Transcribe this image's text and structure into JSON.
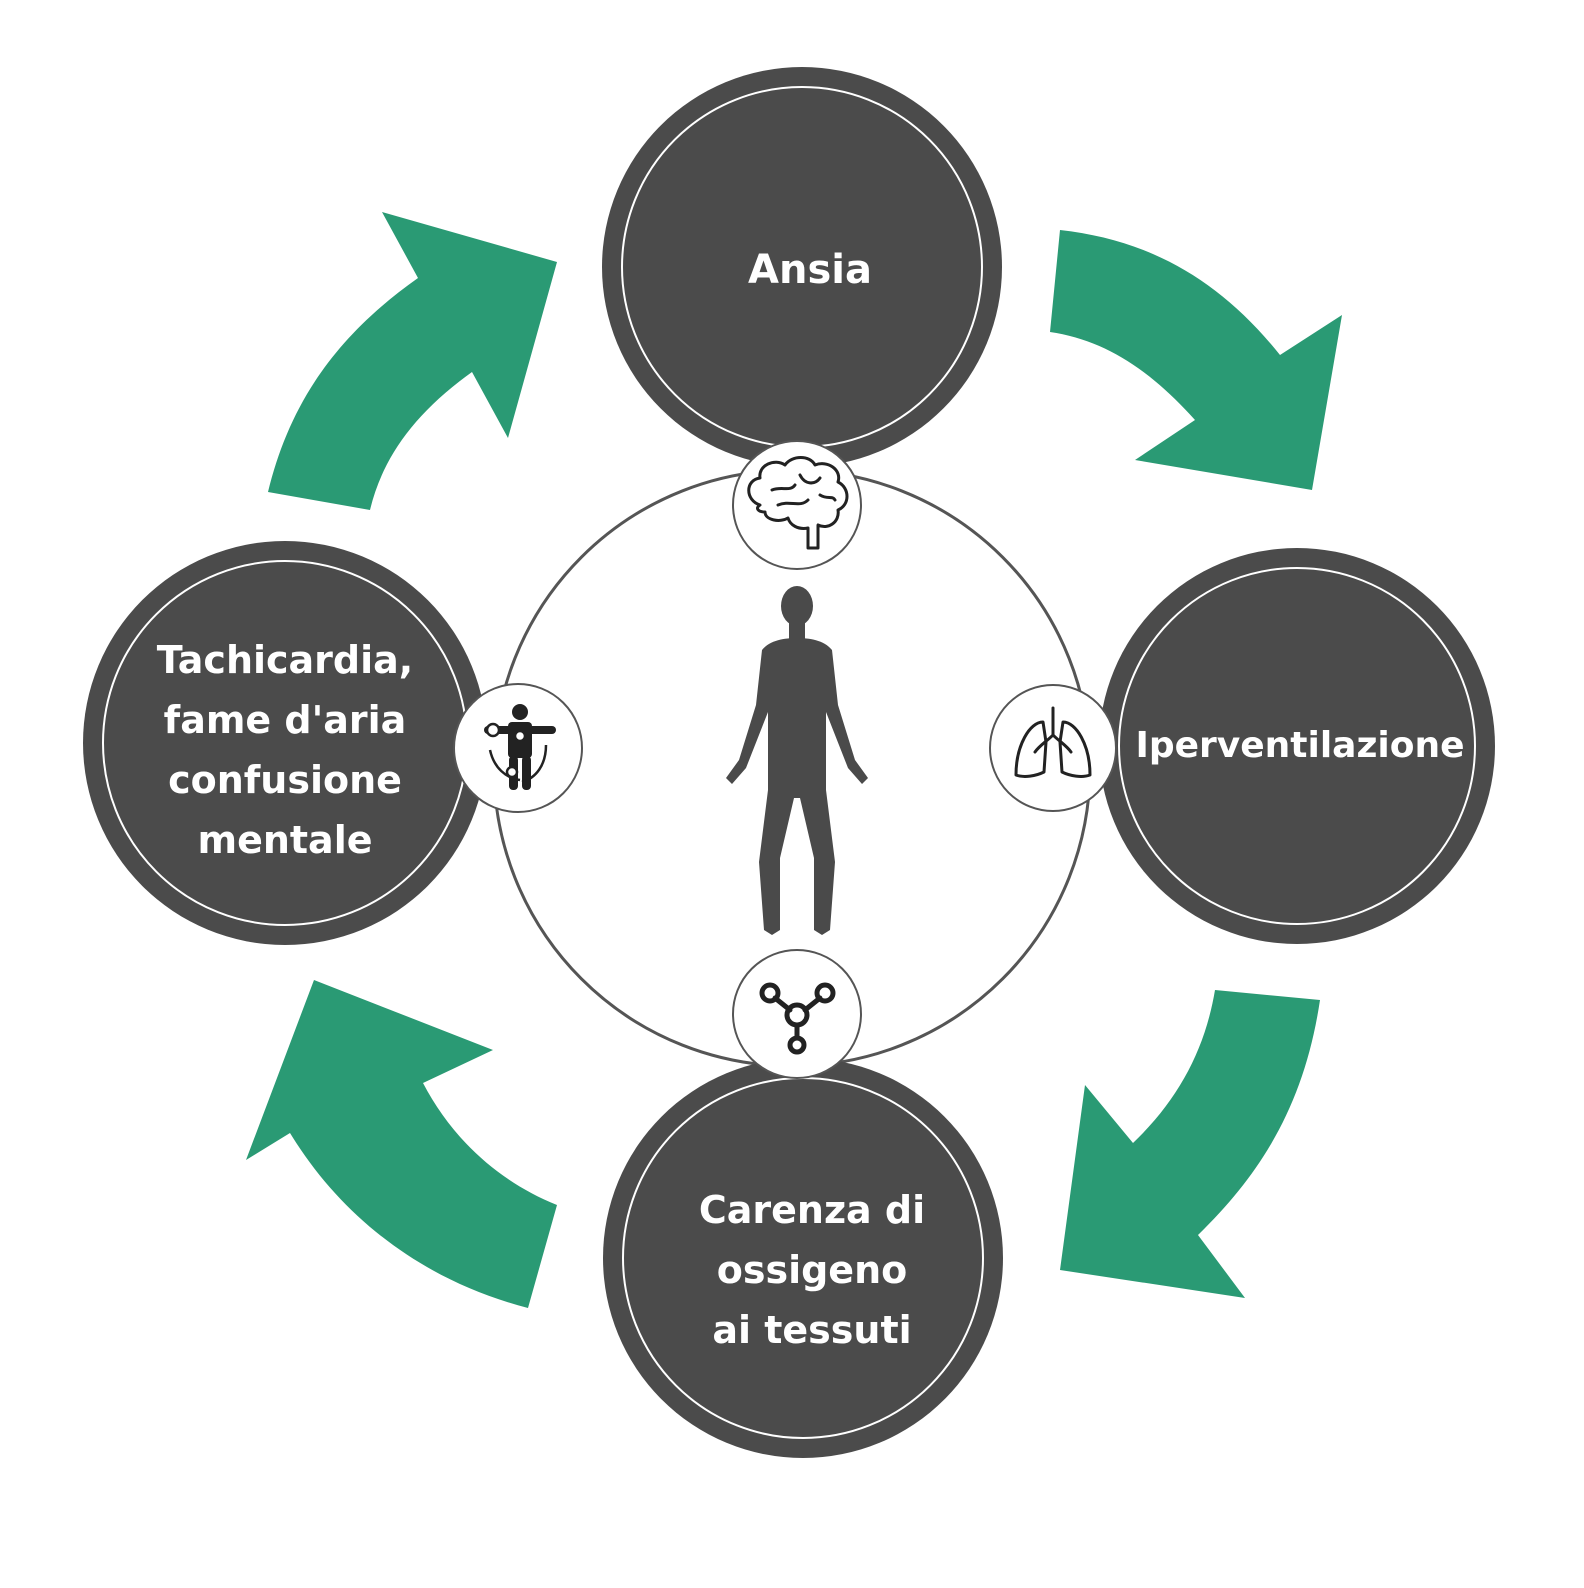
{
  "diagram": {
    "colors": {
      "node_fill": "#4b4b4b",
      "node_ring": "#ffffff",
      "arrow": "#2a9a74",
      "hub_stroke": "#555555",
      "icon_stroke": "#222222",
      "figure": "#4a4a4a"
    },
    "nodes": [
      {
        "id": "ansia",
        "lines": [
          "Ansia"
        ],
        "icon": "brain-icon"
      },
      {
        "id": "iperventilazione",
        "lines": [
          "Iperventilazione"
        ],
        "icon": "lungs-icon"
      },
      {
        "id": "carenza",
        "lines": [
          "Carenza di",
          "ossigeno",
          "ai tessuti"
        ],
        "icon": "molecule-icon"
      },
      {
        "id": "tachicardia",
        "lines": [
          "Tachicardia,",
          "fame d'aria",
          "confusione",
          "mentale"
        ],
        "icon": "body-pain-icon"
      }
    ],
    "center_icon": "human-figure-icon",
    "cycle_direction": "clockwise"
  }
}
